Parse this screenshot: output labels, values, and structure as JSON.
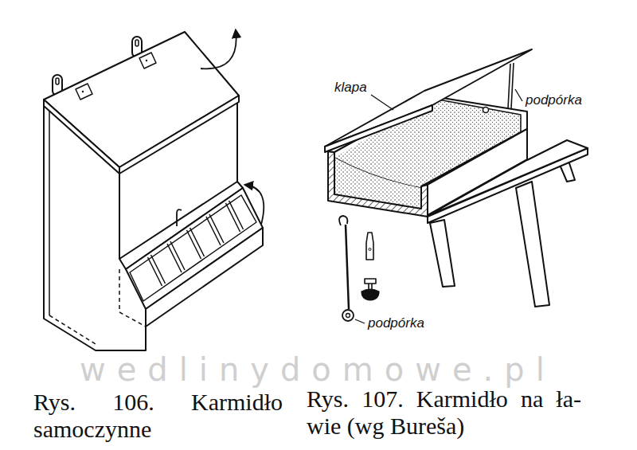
{
  "diagram": {
    "labels": [
      "klapa",
      "podpórka",
      "podpórka",
      "Rys. 106. Karmidło samoczynne",
      "Rys. 107. Karmidło na ła- wie (wg Bureša)",
      "wedlinydomowe.pl"
    ]
  }
}
